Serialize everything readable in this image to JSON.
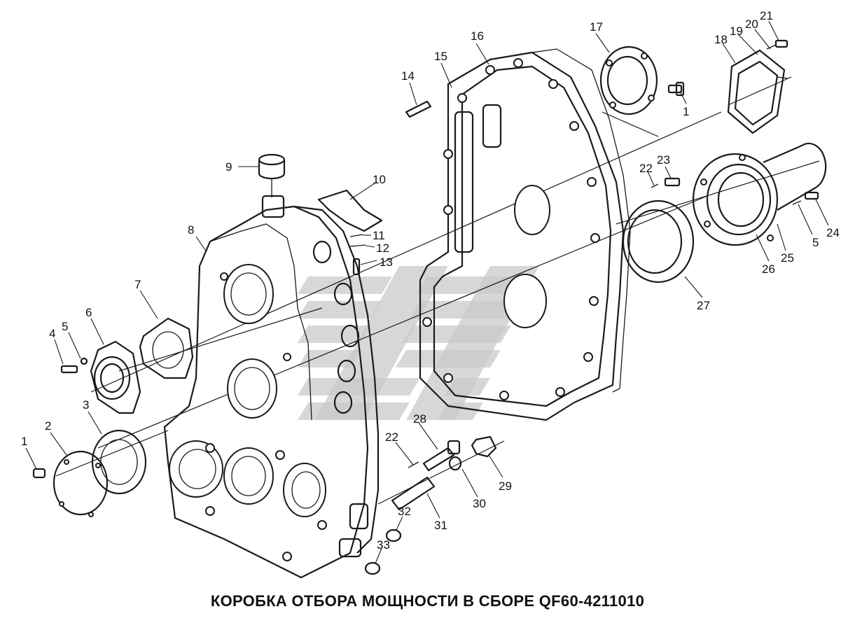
{
  "caption": "КОРОБКА ОТБОРА МОЩНОСТИ В СБОРЕ QF60-4211010",
  "colors": {
    "ink": "#1a1a1a",
    "watermark": "#c9c9c9",
    "background": "#ffffff"
  },
  "callouts": [
    {
      "id": "c1a",
      "label": "1"
    },
    {
      "id": "c2",
      "label": "2"
    },
    {
      "id": "c3",
      "label": "3"
    },
    {
      "id": "c4",
      "label": "4"
    },
    {
      "id": "c5a",
      "label": "5"
    },
    {
      "id": "c6",
      "label": "6"
    },
    {
      "id": "c7",
      "label": "7"
    },
    {
      "id": "c8",
      "label": "8"
    },
    {
      "id": "c9",
      "label": "9"
    },
    {
      "id": "c10",
      "label": "10"
    },
    {
      "id": "c11",
      "label": "11"
    },
    {
      "id": "c12",
      "label": "12"
    },
    {
      "id": "c13",
      "label": "13"
    },
    {
      "id": "c14",
      "label": "14"
    },
    {
      "id": "c15",
      "label": "15"
    },
    {
      "id": "c16",
      "label": "16"
    },
    {
      "id": "c17",
      "label": "17"
    },
    {
      "id": "c1b",
      "label": "1"
    },
    {
      "id": "c18",
      "label": "18"
    },
    {
      "id": "c19",
      "label": "19"
    },
    {
      "id": "c20",
      "label": "20"
    },
    {
      "id": "c21",
      "label": "21"
    },
    {
      "id": "c22a",
      "label": "22"
    },
    {
      "id": "c23",
      "label": "23"
    },
    {
      "id": "c24",
      "label": "24"
    },
    {
      "id": "c5b",
      "label": "5"
    },
    {
      "id": "c25",
      "label": "25"
    },
    {
      "id": "c26",
      "label": "26"
    },
    {
      "id": "c27",
      "label": "27"
    },
    {
      "id": "c28",
      "label": "28"
    },
    {
      "id": "c22b",
      "label": "22"
    },
    {
      "id": "c29",
      "label": "29"
    },
    {
      "id": "c30",
      "label": "30"
    },
    {
      "id": "c31",
      "label": "31"
    },
    {
      "id": "c32",
      "label": "32"
    },
    {
      "id": "c33",
      "label": "33"
    }
  ]
}
